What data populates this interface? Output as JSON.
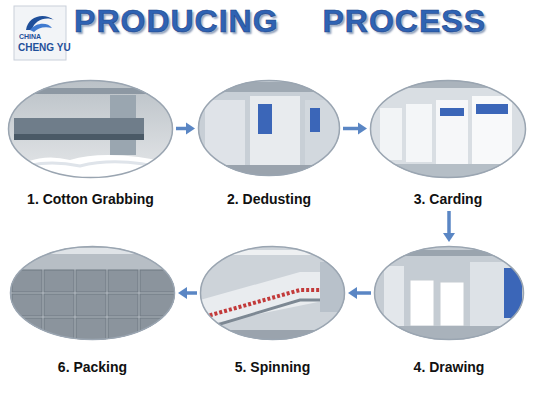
{
  "diagram": {
    "title": "PRODUCING PROCESS",
    "nodes": [
      {
        "text": [
          "1. Cotton Grabbing"
        ]
      },
      {
        "text": [
          "2. Dedusting"
        ]
      },
      {
        "text": [
          "3. Carding"
        ]
      },
      {
        "text": [
          "4. Drawing"
        ]
      },
      {
        "text": [
          "5. Spinning"
        ]
      },
      {
        "text": [
          "6. Packing"
        ]
      }
    ],
    "edges": [
      {
        "from": 0,
        "to": 1,
        "arrow": "to"
      },
      {
        "from": 1,
        "to": 2,
        "arrow": "to"
      },
      {
        "from": 2,
        "to": 3,
        "arrow": "to"
      },
      {
        "from": 3,
        "to": 4,
        "arrow": "to"
      },
      {
        "from": 4,
        "to": 5,
        "arrow": "to"
      }
    ],
    "labels": [
      "CHINA",
      "CHENG YU"
    ]
  }
}
